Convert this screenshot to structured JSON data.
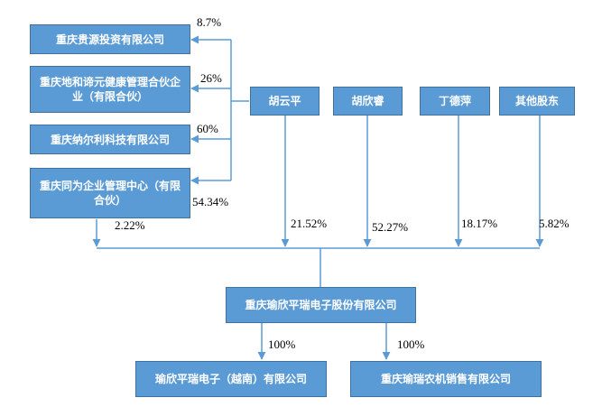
{
  "nodes": {
    "ziyuan": "重庆贵源投资有限公司",
    "dihe": "重庆地和谛元健康管理合伙企业（有限合伙）",
    "naerli": "重庆纳尔利科技有限公司",
    "tongwei": "重庆同为企业管理中心（有限合伙）",
    "huyunping": "胡云平",
    "huxinrui": "胡欣睿",
    "dingdeping": "丁德萍",
    "others": "其他股东",
    "company": "重庆瑜欣平瑞电子股份有限公司",
    "vietnam": "瑜欣平瑞电子（越南）有限公司",
    "sales": "重庆瑜瑞农机销售有限公司"
  },
  "percentages": {
    "ziyuan": "8.7%",
    "dihe": "26%",
    "naerli": "60%",
    "tongwei": "54.34%",
    "tongwei_to_company": "2.22%",
    "huyunping_to_company": "21.52%",
    "huxinrui_to_company": "52.27%",
    "dingdeping_to_company": "18.17%",
    "others_to_company": "5.82%",
    "company_to_vietnam": "100%",
    "company_to_sales": "100%"
  },
  "colors": {
    "box_fill": "#5b9bd5",
    "box_border": "#41719c",
    "line": "#5b9bd5"
  }
}
